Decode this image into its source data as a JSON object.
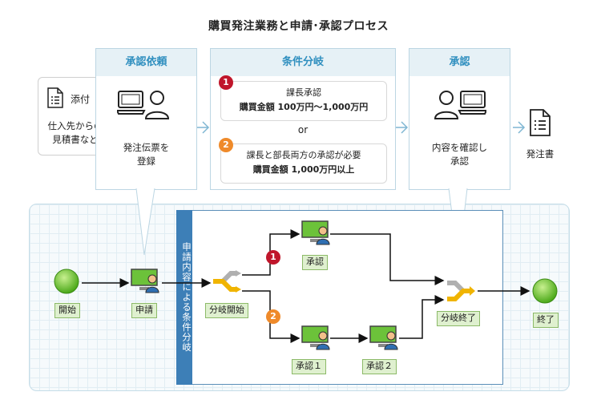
{
  "title": "購買発注業務と申請･承認プロセス",
  "note": {
    "attachment_label": "添付",
    "text": "仕入先からの\n見積書など"
  },
  "panels": {
    "request": {
      "header": "承認依頼",
      "text": "発注伝票を\n登録"
    },
    "branch": {
      "header": "条件分岐",
      "cond1": {
        "badge": "1",
        "title": "課長承認",
        "amount": "購買金額 100万円〜1,000万円"
      },
      "or": "or",
      "cond2": {
        "badge": "2",
        "title": "課長と部長両方の承認が必要",
        "amount": "購買金額 1,000万円以上"
      }
    },
    "approval": {
      "header": "承認",
      "text": "内容を確認し\n承認"
    }
  },
  "output": {
    "label": "発注書"
  },
  "flow": {
    "lane_label": "申請内容による条件分岐",
    "nodes": {
      "start": "開始",
      "apply": "申請",
      "split_start": "分岐開始",
      "approve": "承認",
      "approve1": "承認１",
      "approve2": "承認２",
      "split_end": "分岐終了",
      "end": "終了"
    },
    "badge1": "1",
    "badge2": "2"
  },
  "colors": {
    "accent": "#2f8fbf",
    "badge1": "#c0162b",
    "badge2": "#ef8a2a",
    "node_green": "#6cc23a",
    "lane": "#3d7fb7"
  }
}
